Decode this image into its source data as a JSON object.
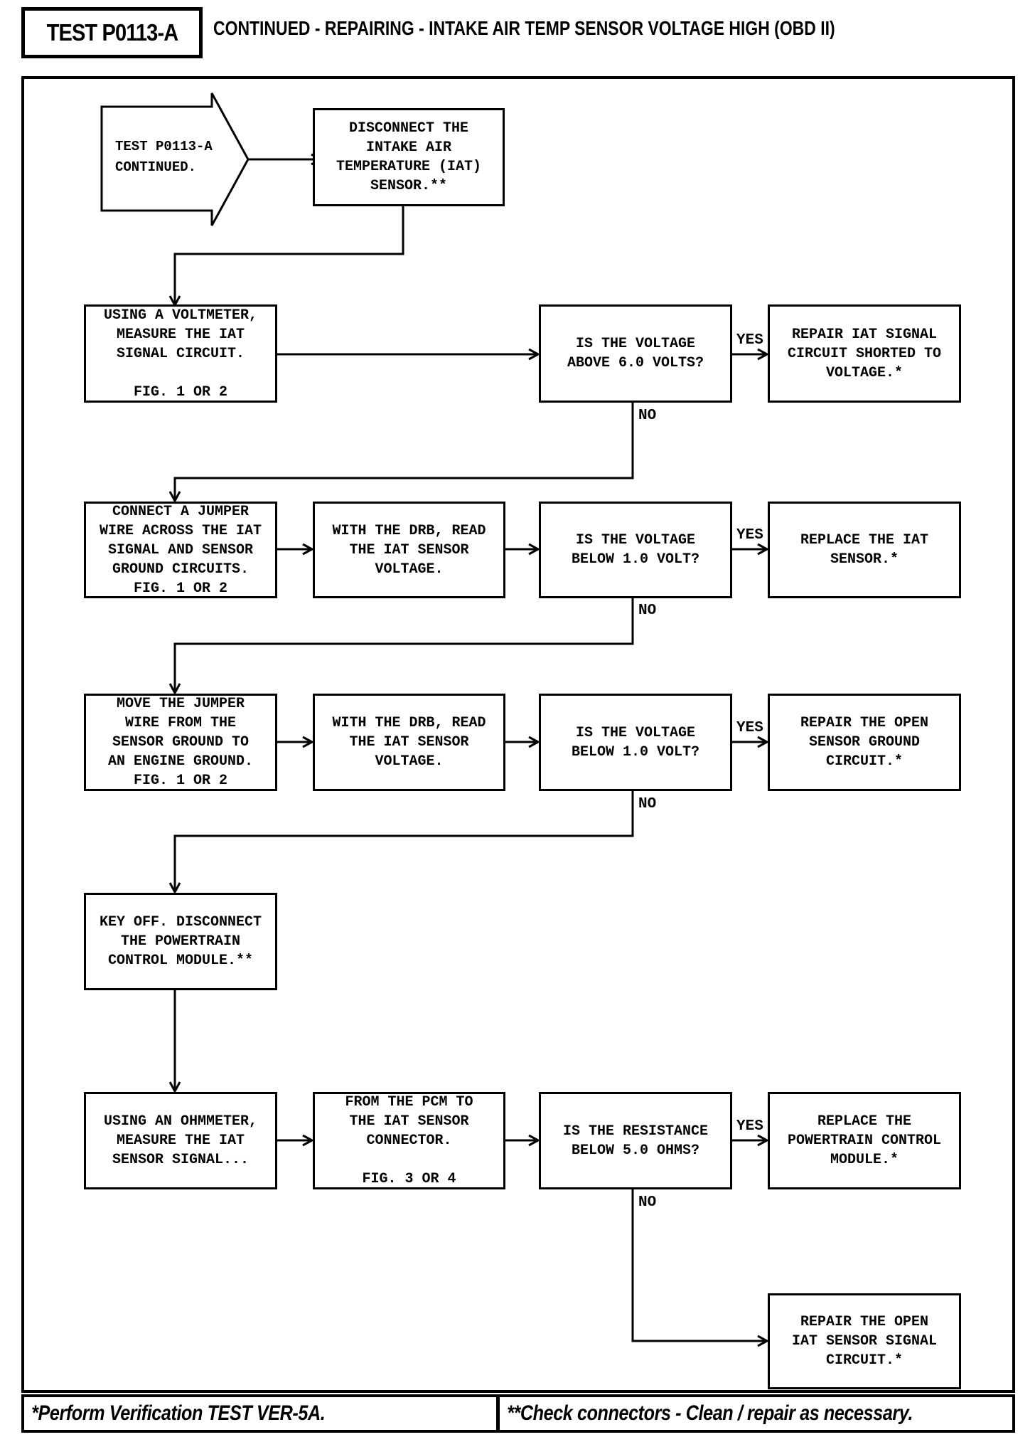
{
  "header": {
    "test_label": "TEST P0113-A",
    "title": "CONTINUED - REPAIRING - INTAKE AIR TEMP SENSOR VOLTAGE HIGH (OBD II)"
  },
  "flowchart": {
    "start": "TEST P0113-A\nCONTINUED.",
    "nodes": {
      "disconnect_iat": "DISCONNECT THE\nINTAKE AIR\nTEMPERATURE (IAT)\nSENSOR.**",
      "measure_voltmeter": "USING A VOLTMETER,\nMEASURE THE IAT\nSIGNAL CIRCUIT.\n\nFIG. 1 OR 2",
      "q_voltage_above_6": "IS THE VOLTAGE\nABOVE 6.0 VOLTS?",
      "repair_shorted": "REPAIR IAT SIGNAL\nCIRCUIT SHORTED TO\nVOLTAGE.*",
      "connect_jumper": "CONNECT A JUMPER\nWIRE ACROSS THE IAT\nSIGNAL AND SENSOR\nGROUND CIRCUITS.\nFIG. 1 OR 2",
      "drb_read_voltage_1": "WITH THE DRB, READ\nTHE IAT SENSOR\nVOLTAGE.",
      "q_voltage_below_1a": "IS THE VOLTAGE\nBELOW 1.0 VOLT?",
      "replace_iat_sensor": "REPLACE THE IAT\nSENSOR.*",
      "move_jumper": "MOVE THE JUMPER\nWIRE FROM THE\nSENSOR GROUND TO\nAN ENGINE GROUND.\nFIG. 1 OR 2",
      "drb_read_voltage_2": "WITH THE DRB, READ\nTHE IAT SENSOR\nVOLTAGE.",
      "q_voltage_below_1b": "IS THE VOLTAGE\nBELOW 1.0 VOLT?",
      "repair_open_ground": "REPAIR THE OPEN\nSENSOR GROUND\nCIRCUIT.*",
      "key_off_disconnect_pcm": "KEY OFF. DISCONNECT\nTHE POWERTRAIN\nCONTROL MODULE.**",
      "ohmmeter_measure": "USING AN OHMMETER,\nMEASURE THE IAT\nSENSOR SIGNAL...",
      "pcm_to_iat_connector": "FROM THE PCM TO\nTHE IAT SENSOR\nCONNECTOR.\n\nFIG. 3 OR 4",
      "q_resistance_below_5": "IS THE RESISTANCE\nBELOW 5.0 OHMS?",
      "replace_pcm": "REPLACE THE\nPOWERTRAIN CONTROL\nMODULE.*",
      "repair_open_signal": "REPAIR THE OPEN\nIAT SENSOR SIGNAL\nCIRCUIT.*"
    },
    "labels": {
      "yes": "YES",
      "no": "NO"
    }
  },
  "footer": {
    "left_note": "*Perform Verification TEST VER-5A.",
    "right_note": "**Check connectors - Clean / repair as necessary."
  }
}
